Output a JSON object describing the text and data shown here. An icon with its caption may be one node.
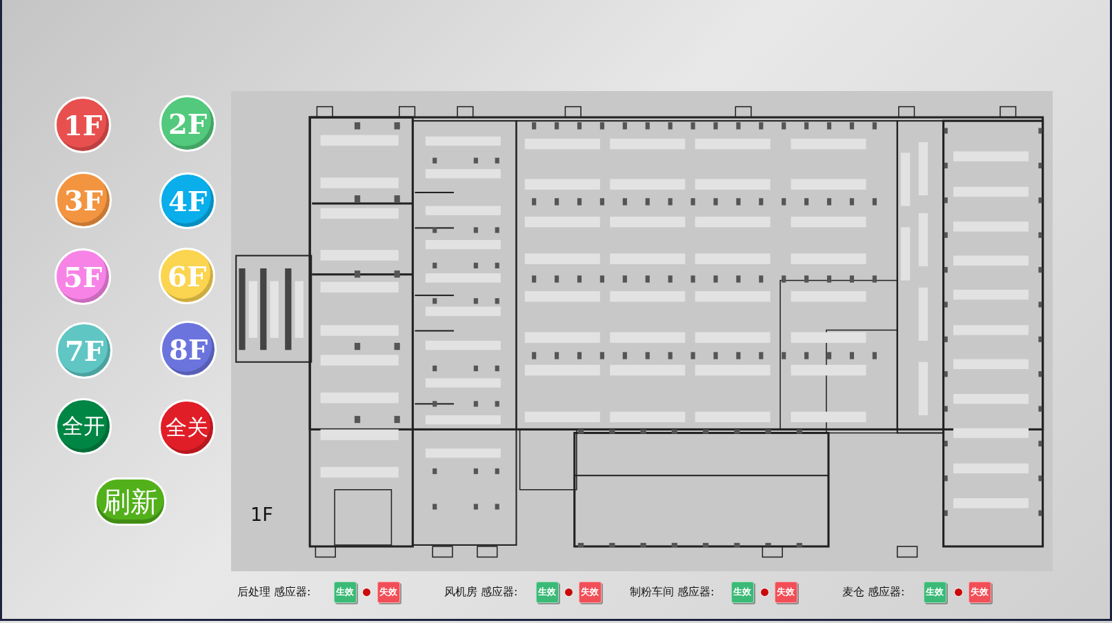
{
  "diagram": {
    "nodes": [
      {
        "text": [
          "1F"
        ]
      },
      {
        "text": [
          "2F"
        ]
      },
      {
        "text": [
          "3F"
        ]
      },
      {
        "text": [
          "4F"
        ]
      },
      {
        "text": [
          "5F"
        ]
      },
      {
        "text": [
          "6F"
        ]
      },
      {
        "text": [
          "7F"
        ]
      },
      {
        "text": [
          "8F"
        ]
      },
      {
        "text": [
          "全开"
        ]
      },
      {
        "text": [
          "全关"
        ]
      },
      {
        "text": [
          "刷新"
        ]
      },
      {
        "text": [
          "1F"
        ]
      },
      {
        "text": [
          "生效"
        ]
      },
      {
        "text": [
          "失效"
        ]
      },
      {
        "text": [
          "生效"
        ]
      },
      {
        "text": [
          "失效"
        ]
      },
      {
        "text": [
          "生效"
        ]
      },
      {
        "text": [
          "失效"
        ]
      },
      {
        "text": [
          "生效"
        ]
      },
      {
        "text": [
          "失效"
        ]
      }
    ],
    "edges": [],
    "labels": [
      "后处理 感应器:",
      "风机房 感应器:",
      "制粉车间 感应器:",
      "麦仓 感应器:"
    ]
  }
}
